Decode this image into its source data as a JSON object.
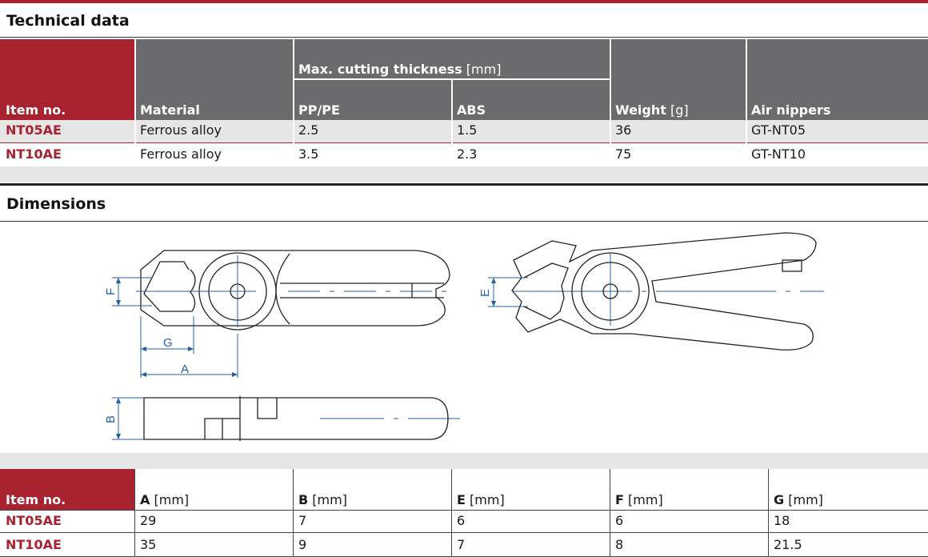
{
  "technical": {
    "title": "Technical data",
    "headers": {
      "item_no": "Item no.",
      "material": "Material",
      "max_cutting": "Max. cutting thickness",
      "max_cutting_unit": "[mm]",
      "pp_pe": "PP/PE",
      "abs": "ABS",
      "weight": "Weight",
      "weight_unit": "[g]",
      "air_nippers": "Air nippers"
    },
    "rows": [
      {
        "item": "NT05AE",
        "material": "Ferrous alloy",
        "pp_pe": "2.5",
        "abs": "1.5",
        "weight": "36",
        "air_nippers": "GT-NT05"
      },
      {
        "item": "NT10AE",
        "material": "Ferrous alloy",
        "pp_pe": "3.5",
        "abs": "2.3",
        "weight": "75",
        "air_nippers": "GT-NT10"
      }
    ]
  },
  "dimensions": {
    "title": "Dimensions",
    "drawing_labels": {
      "a": "A",
      "b": "B",
      "e": "E",
      "f": "F",
      "g": "G"
    },
    "headers": {
      "item_no": "Item no.",
      "a": "A",
      "a_unit": "[mm]",
      "b": "B",
      "b_unit": "[mm]",
      "e": "E",
      "e_unit": "[mm]",
      "f": "F",
      "f_unit": "[mm]",
      "g": "G",
      "g_unit": "[mm]"
    },
    "rows": [
      {
        "item": "NT05AE",
        "a": "29",
        "b": "7",
        "e": "6",
        "f": "6",
        "g": "18"
      },
      {
        "item": "NT10AE",
        "a": "35",
        "b": "9",
        "e": "7",
        "f": "8",
        "g": "21.5"
      }
    ]
  },
  "colors": {
    "brand_red": "#a8222f",
    "header_grey": "#6b6b6d",
    "dimension_blue": "#1f5fa8"
  }
}
